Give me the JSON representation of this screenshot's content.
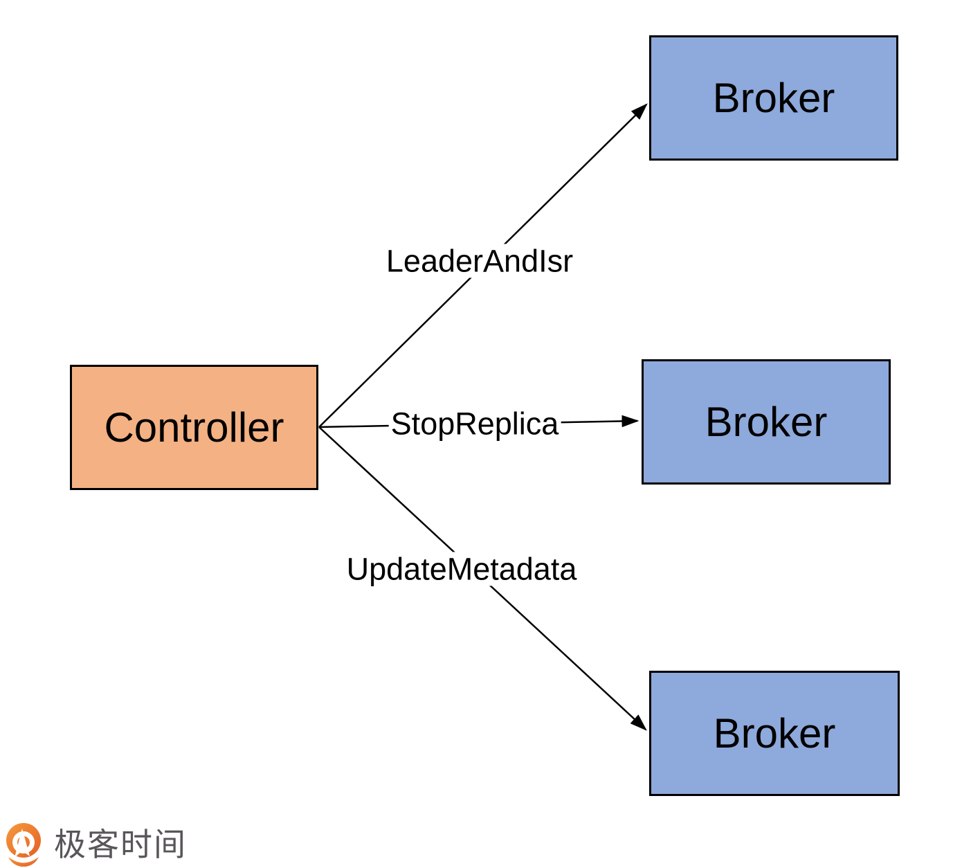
{
  "diagram": {
    "nodes": [
      {
        "id": "controller",
        "label": "Controller",
        "fill": "#F4B183"
      },
      {
        "id": "broker-top",
        "label": "Broker",
        "fill": "#8EA9DB"
      },
      {
        "id": "broker-middle",
        "label": "Broker",
        "fill": "#8EA9DB"
      },
      {
        "id": "broker-bottom",
        "label": "Broker",
        "fill": "#8EA9DB"
      }
    ],
    "edges": [
      {
        "from": "controller",
        "to": "broker-top",
        "label": "LeaderAndIsr"
      },
      {
        "from": "controller",
        "to": "broker-middle",
        "label": "StopReplica"
      },
      {
        "from": "controller",
        "to": "broker-bottom",
        "label": "UpdateMetadata"
      }
    ],
    "colors": {
      "edge_stroke": "#000000",
      "node_border": "#000000",
      "controller_fill": "#F4B183",
      "broker_fill": "#8EA9DB"
    }
  },
  "footer": {
    "logo_text": "极客时间",
    "logo_orange": "#ED6F1E",
    "logo_text_color": "#595659"
  }
}
